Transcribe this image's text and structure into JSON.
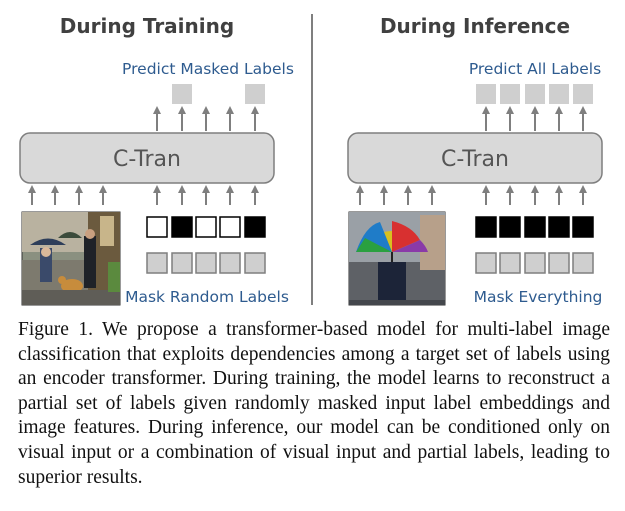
{
  "figure": {
    "left_panel": {
      "title": "During Training",
      "top_label": "Predict Masked Labels",
      "model_label": "C-Tran",
      "bottom_label": "Mask Random Labels",
      "image_description_icon": "photo-people-umbrellas-dog"
    },
    "right_panel": {
      "title": "During Inference",
      "top_label": "Predict All Labels",
      "model_label": "C-Tran",
      "bottom_label": "Mask Everything",
      "image_description_icon": "photo-colorful-umbrella"
    },
    "colors": {
      "blue_text": "#2e5b8f",
      "box_fill": "#d9d9d9",
      "box_stroke": "#7f7f7f",
      "token_fill": "#cfcfcf",
      "mask_black": "#000000",
      "mask_white": "#ffffff"
    }
  },
  "caption": "Figure 1. We propose a transformer-based model for multi-label image classification that exploits dependencies among a target set of labels using an encoder transformer. During training, the model learns to reconstruct a partial set of labels given randomly masked input label embeddings and image features. During inference, our model can be conditioned only on visual input or a combination of visual input and partial labels, leading to superior results."
}
